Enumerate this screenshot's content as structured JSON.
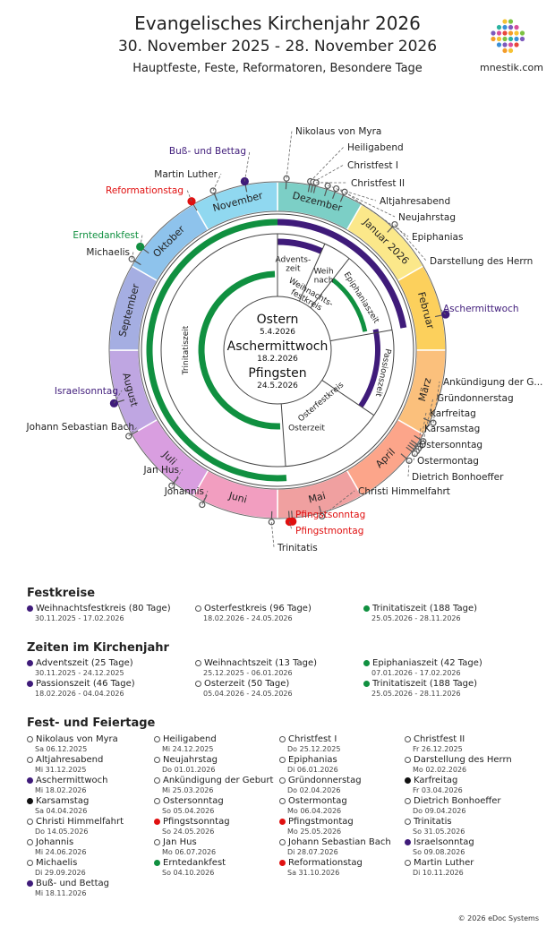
{
  "header": {
    "title": "Evangelisches Kirchenjahr 2026",
    "range": "30. November 2025 - 28. November 2026",
    "subtitle": "Hauptfeste, Feste, Reformatoren, Besondere Tage",
    "brand": "mnestik.com"
  },
  "colors": {
    "purple": "#3f1b7a",
    "green": "#109040",
    "red": "#e01010",
    "black": "#111111",
    "month_fills": [
      "#7ccfc6",
      "#fbe88a",
      "#fcd05c",
      "#fbc07c",
      "#fca58a",
      "#f0a0a0",
      "#f29ec0",
      "#d99ee0",
      "#bfa6e2",
      "#a5aee2",
      "#8ec3ec",
      "#90d8f0"
    ]
  },
  "wheel": {
    "months": [
      "Dezember",
      "Januar 2026",
      "Februar",
      "März",
      "April",
      "Mai",
      "Juni",
      "Juli",
      "August",
      "September",
      "Oktober",
      "November"
    ],
    "inner": {
      "center": [
        "Ostern",
        "5.4.2026",
        "Aschermittwoch",
        "18.2.2026",
        "Pfingsten",
        "24.5.2026"
      ],
      "sections": [
        "Advents-\nzeit",
        "Weih\nnach",
        "Epiphaniaszeit",
        "Passionszeit",
        "Osterzeit",
        "Trinitatiszeit",
        "Weihnachts-\nfestkreis",
        "Osterfestkreis"
      ]
    },
    "labels": [
      {
        "text": "Nikolaus von Myra",
        "color": "dark"
      },
      {
        "text": "Heiligabend",
        "color": "dark"
      },
      {
        "text": "Christfest I",
        "color": "dark"
      },
      {
        "text": "Christfest II",
        "color": "dark"
      },
      {
        "text": "Altjahresabend",
        "color": "dark"
      },
      {
        "text": "Neujahrstag",
        "color": "dark"
      },
      {
        "text": "Epiphanias",
        "color": "dark"
      },
      {
        "text": "Darstellung des Herrn",
        "color": "dark"
      },
      {
        "text": "Aschermittwoch",
        "color": "purple"
      },
      {
        "text": "Ankündigung der G...",
        "color": "dark"
      },
      {
        "text": "Gründonnerstag",
        "color": "dark"
      },
      {
        "text": "Karfreitag",
        "color": "dark"
      },
      {
        "text": "Karsamstag",
        "color": "dark"
      },
      {
        "text": "Ostersonntag",
        "color": "dark"
      },
      {
        "text": "Ostermontag",
        "color": "dark"
      },
      {
        "text": "Dietrich Bonhoeffer",
        "color": "dark"
      },
      {
        "text": "Christi Himmelfahrt",
        "color": "dark"
      },
      {
        "text": "Pfingstsonntag",
        "color": "red"
      },
      {
        "text": "Pfingstmontag",
        "color": "red"
      },
      {
        "text": "Trinitatis",
        "color": "dark"
      },
      {
        "text": "Johannis",
        "color": "dark"
      },
      {
        "text": "Jan Hus",
        "color": "dark"
      },
      {
        "text": "Johann Sebastian Bach",
        "color": "dark"
      },
      {
        "text": "Israelsonntag",
        "color": "purple"
      },
      {
        "text": "Michaelis",
        "color": "dark"
      },
      {
        "text": "Erntedankfest",
        "color": "green"
      },
      {
        "text": "Reformationstag",
        "color": "red"
      },
      {
        "text": "Martin Luther",
        "color": "dark"
      },
      {
        "text": "Buß- und Bettag",
        "color": "purple"
      }
    ]
  },
  "legend": {
    "festkreise_title": "Festkreise",
    "festkreise": [
      {
        "name": "Weihnachtsfestkreis (80 Tage)",
        "dates": "30.11.2025 - 17.02.2026",
        "dot": "purple"
      },
      {
        "name": "Osterfestkreis (96 Tage)",
        "dates": "18.02.2026 - 24.05.2026",
        "dot": "open"
      },
      {
        "name": "Trinitatiszeit (188 Tage)",
        "dates": "25.05.2026 - 28.11.2026",
        "dot": "green"
      }
    ],
    "zeiten_title": "Zeiten im Kirchenjahr",
    "zeiten": [
      {
        "name": "Adventszeit (25 Tage)",
        "dates": "30.11.2025 - 24.12.2025",
        "dot": "purple"
      },
      {
        "name": "Weihnachtszeit (13 Tage)",
        "dates": "25.12.2025 - 06.01.2026",
        "dot": "open"
      },
      {
        "name": "Epiphaniaszeit (42 Tage)",
        "dates": "07.01.2026 - 17.02.2026",
        "dot": "green"
      },
      {
        "name": "Passionszeit (46 Tage)",
        "dates": "18.02.2026 - 04.04.2026",
        "dot": "purple"
      },
      {
        "name": "Osterzeit (50 Tage)",
        "dates": "05.04.2026 - 24.05.2026",
        "dot": "open"
      },
      {
        "name": "Trinitatiszeit (188 Tage)",
        "dates": "25.05.2026 - 28.11.2026",
        "dot": "green"
      }
    ],
    "feste_title": "Fest- und Feiertage",
    "feste": [
      {
        "name": "Nikolaus von Myra",
        "dates": "Sa 06.12.2025",
        "dot": "open"
      },
      {
        "name": "Heiligabend",
        "dates": "Mi 24.12.2025",
        "dot": "open"
      },
      {
        "name": "Christfest I",
        "dates": "Do 25.12.2025",
        "dot": "open"
      },
      {
        "name": "Christfest II",
        "dates": "Fr 26.12.2025",
        "dot": "open"
      },
      {
        "name": "Altjahresabend",
        "dates": "Mi 31.12.2025",
        "dot": "open"
      },
      {
        "name": "Neujahrstag",
        "dates": "Do 01.01.2026",
        "dot": "open"
      },
      {
        "name": "Epiphanias",
        "dates": "Di 06.01.2026",
        "dot": "open"
      },
      {
        "name": "Darstellung des Herrn",
        "dates": "Mo 02.02.2026",
        "dot": "open"
      },
      {
        "name": "Aschermittwoch",
        "dates": "Mi 18.02.2026",
        "dot": "purple"
      },
      {
        "name": "Ankündigung der Geburt",
        "dates": "Mi 25.03.2026",
        "dot": "open"
      },
      {
        "name": "Gründonnerstag",
        "dates": "Do 02.04.2026",
        "dot": "open"
      },
      {
        "name": "Karfreitag",
        "dates": "Fr 03.04.2026",
        "dot": "black"
      },
      {
        "name": "Karsamstag",
        "dates": "Sa 04.04.2026",
        "dot": "black"
      },
      {
        "name": "Ostersonntag",
        "dates": "So 05.04.2026",
        "dot": "open"
      },
      {
        "name": "Ostermontag",
        "dates": "Mo 06.04.2026",
        "dot": "open"
      },
      {
        "name": "Dietrich Bonhoeffer",
        "dates": "Do 09.04.2026",
        "dot": "open"
      },
      {
        "name": "Christi Himmelfahrt",
        "dates": "Do 14.05.2026",
        "dot": "open"
      },
      {
        "name": "Pfingstsonntag",
        "dates": "So 24.05.2026",
        "dot": "red"
      },
      {
        "name": "Pfingstmontag",
        "dates": "Mo 25.05.2026",
        "dot": "red"
      },
      {
        "name": "Trinitatis",
        "dates": "So 31.05.2026",
        "dot": "open"
      },
      {
        "name": "Johannis",
        "dates": "Mi 24.06.2026",
        "dot": "open"
      },
      {
        "name": "Jan Hus",
        "dates": "Mo 06.07.2026",
        "dot": "open"
      },
      {
        "name": "Johann Sebastian Bach",
        "dates": "Di 28.07.2026",
        "dot": "open"
      },
      {
        "name": "Israelsonntag",
        "dates": "So 09.08.2026",
        "dot": "purple"
      },
      {
        "name": "Michaelis",
        "dates": "Di 29.09.2026",
        "dot": "open"
      },
      {
        "name": "Erntedankfest",
        "dates": "So 04.10.2026",
        "dot": "green"
      },
      {
        "name": "Reformationstag",
        "dates": "Sa 31.10.2026",
        "dot": "red"
      },
      {
        "name": "Martin Luther",
        "dates": "Di 10.11.2026",
        "dot": "open"
      },
      {
        "name": "Buß- und Bettag",
        "dates": "Mi 18.11.2026",
        "dot": "purple"
      }
    ]
  },
  "footer": {
    "copyright": "© 2026 eDoc Systems"
  }
}
